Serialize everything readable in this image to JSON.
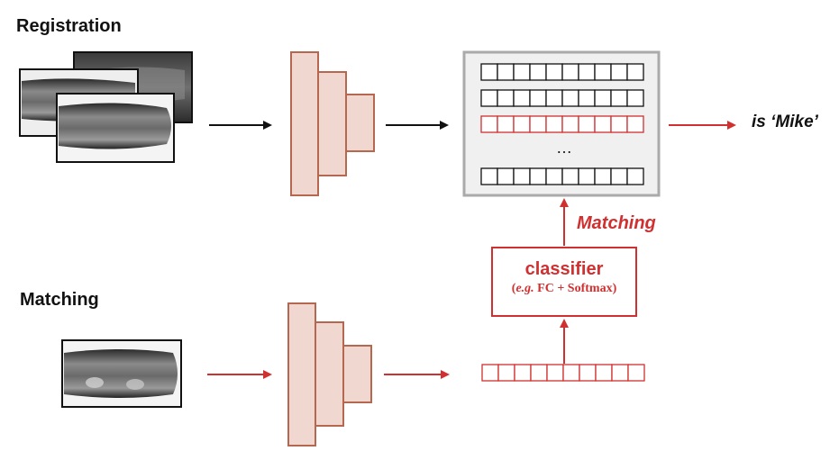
{
  "sections": {
    "registration": "Registration",
    "matching": "Matching"
  },
  "result_label": "is ‘Mike’",
  "matching_arrow_label": "Matching",
  "classifier": {
    "title": "classifier",
    "subtitle_prefix": "e.g.",
    "subtitle_rest": " FC + Softmax)"
  },
  "database": {
    "ellipsis": "…",
    "rows_above_ellipsis": 3,
    "highlighted_row": 3,
    "cells_per_row": 10
  },
  "colors": {
    "red": "#d03030",
    "network_fill": "#f0d8d0",
    "network_stroke": "#b5674f",
    "database_fill": "#f0f0f0",
    "database_border": "#aaaaaa",
    "black": "#111111"
  },
  "icons": {
    "vein_image": "finger-vein-image-icon",
    "network": "cnn-feature-extractor-icon"
  }
}
